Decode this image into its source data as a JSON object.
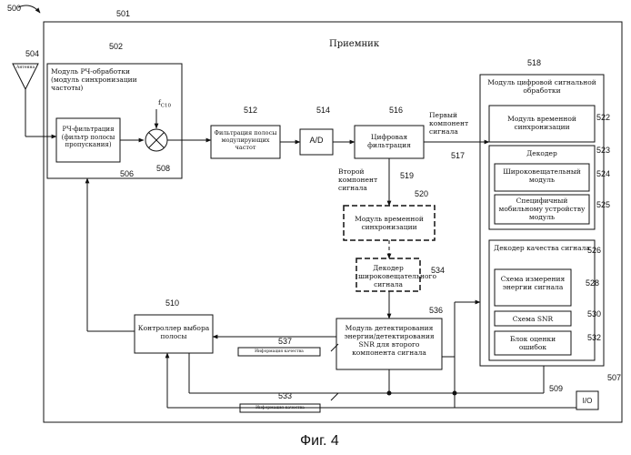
{
  "figure": {
    "system_ref": "500",
    "caption": "Фиг. 4"
  },
  "receiver": {
    "ref": "501",
    "title": "Приемник"
  },
  "antenna": {
    "ref": "504",
    "label": "Антенна"
  },
  "rf_module": {
    "ref": "502",
    "label": "Модуль РЧ-обработки (модуль синхронизации частоты)"
  },
  "rf_filter": {
    "ref": "506",
    "label": "РЧ-фильтрация (фильтр полосы пропускания)"
  },
  "mixer": {
    "ref": "508",
    "freq_label": "f",
    "freq_sub": "C10"
  },
  "band_filter": {
    "ref": "512",
    "label": "Фильтрация полосы модулирующих частот"
  },
  "adc": {
    "ref": "514",
    "label": "A/D"
  },
  "digital_filter": {
    "ref": "516",
    "label": "Цифровая фильтрация"
  },
  "first_component": {
    "ref": "517",
    "label": "Первый компонент сигнала"
  },
  "second_component": {
    "ref": "519",
    "label": "Второй компонент сигнала"
  },
  "dsp_module": {
    "ref": "518",
    "label": "Модуль цифровой сигнальной обработки"
  },
  "time_sync_1": {
    "ref": "522",
    "label": "Модуль временной синхронизации"
  },
  "decoder": {
    "ref": "523",
    "label": "Декодер"
  },
  "broadcast_module": {
    "ref": "524",
    "label": "Широковещательный модуль"
  },
  "mobile_module": {
    "ref": "525",
    "label": "Специфичный мобильному устройству модуль"
  },
  "quality_decoder": {
    "ref": "526",
    "label": "Декодер качества сигнала"
  },
  "energy_scheme": {
    "ref": "528",
    "label": "Схема измерения энергии сигнала"
  },
  "snr_scheme": {
    "ref": "530",
    "label": "Схема SNR"
  },
  "error_block": {
    "ref": "532",
    "label": "Блок оценки ошибок"
  },
  "time_sync_2": {
    "ref": "520",
    "label": "Модуль временной синхронизации"
  },
  "broadcast_decoder": {
    "ref": "534",
    "label": "Декодер широковещательного сигнала"
  },
  "detection_module": {
    "ref": "536",
    "label": "Модуль детектирования энергии/детектирования SNR для второго компонента сигнала"
  },
  "band_controller": {
    "ref": "510",
    "label": "Контроллер выбора полосы"
  },
  "quality_info_1": {
    "ref": "537",
    "label": "Информация качества"
  },
  "quality_info_2": {
    "ref": "533",
    "label": "Информация качества"
  },
  "bus": {
    "ref": "509"
  },
  "io": {
    "ref": "507",
    "label": "I/O"
  }
}
